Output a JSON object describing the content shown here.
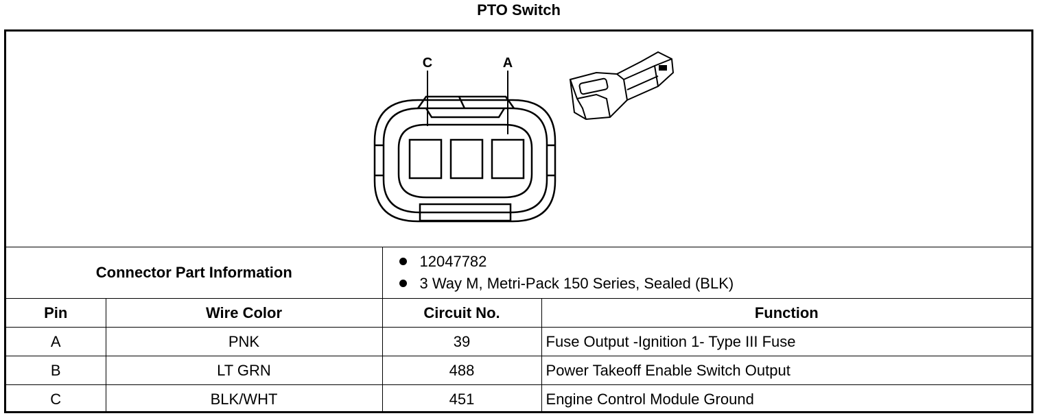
{
  "title": "PTO Switch",
  "diagram": {
    "pin_labels": {
      "c": "C",
      "a": "A"
    }
  },
  "connector_info": {
    "label": "Connector Part Information",
    "parts": [
      "12047782",
      "3 Way M, Metri-Pack 150 Series, Sealed (BLK)"
    ]
  },
  "table": {
    "headers": {
      "pin": "Pin",
      "wire_color": "Wire Color",
      "circuit": "Circuit No.",
      "function": "Function"
    },
    "rows": [
      {
        "pin": "A",
        "wire_color": "PNK",
        "circuit": "39",
        "function": "Fuse Output -Ignition 1- Type III Fuse"
      },
      {
        "pin": "B",
        "wire_color": "LT GRN",
        "circuit": "488",
        "function": "Power Takeoff Enable Switch Output"
      },
      {
        "pin": "C",
        "wire_color": "BLK/WHT",
        "circuit": "451",
        "function": "Engine Control Module Ground"
      }
    ]
  }
}
